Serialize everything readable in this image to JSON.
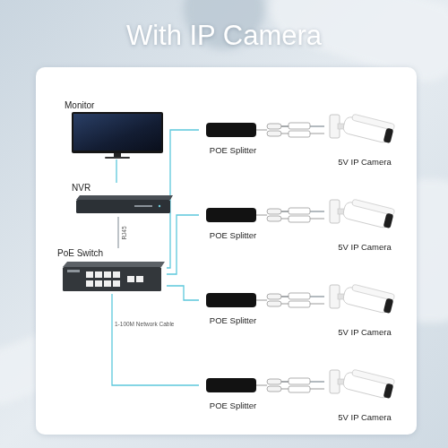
{
  "diagram": {
    "title": "With IP Camera",
    "nodes": [
      {
        "text": [
          "Monitor"
        ]
      },
      {
        "text": [
          "NVR"
        ]
      },
      {
        "text": [
          "PoE Switch"
        ]
      },
      {
        "text": [
          "POE Splitter"
        ]
      },
      {
        "text": [
          "POE Splitter"
        ]
      },
      {
        "text": [
          "POE Splitter"
        ]
      },
      {
        "text": [
          "POE Splitter"
        ]
      },
      {
        "text": [
          "5V IP Camera"
        ]
      },
      {
        "text": [
          "5V IP Camera"
        ]
      },
      {
        "text": [
          "5V IP Camera"
        ]
      },
      {
        "text": [
          "5V IP Camera"
        ]
      }
    ],
    "edges": [
      {
        "from": 0,
        "to": 1,
        "arrow": "none"
      },
      {
        "from": 1,
        "to": 2,
        "label": "RJ45",
        "arrow": "none"
      },
      {
        "from": 2,
        "to": 3,
        "arrow": "none"
      },
      {
        "from": 2,
        "to": 4,
        "arrow": "none"
      },
      {
        "from": 2,
        "to": 5,
        "arrow": "none"
      },
      {
        "from": 2,
        "to": 6,
        "arrow": "none"
      },
      {
        "from": 3,
        "to": 7,
        "arrow": "none"
      },
      {
        "from": 4,
        "to": 8,
        "arrow": "none"
      },
      {
        "from": 5,
        "to": 9,
        "arrow": "none"
      },
      {
        "from": 6,
        "to": 10,
        "arrow": "none"
      }
    ],
    "labels": [
      "1-100M Network Cable"
    ]
  }
}
